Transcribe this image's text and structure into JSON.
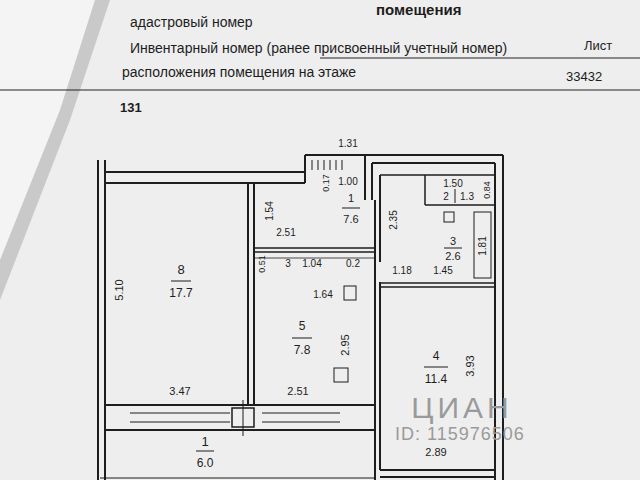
{
  "diagram": {
    "nodes": [
      {
        "text": [
          "8",
          "17.7"
        ]
      },
      {
        "text": [
          "1",
          "7.6"
        ]
      },
      {
        "text": [
          "2",
          "1.3"
        ]
      },
      {
        "text": [
          "3",
          "2.6"
        ]
      },
      {
        "text": [
          "5",
          "7.8"
        ]
      },
      {
        "text": [
          "4",
          "11.4"
        ]
      },
      {
        "text": [
          "1",
          "6.0"
        ]
      }
    ],
    "labels": [
      "помещения",
      "адастровый номер",
      "Лист",
      "Инвентарный номер (ранее присвоенный учетный номер)",
      "33432",
      "расположения помещения на этаже",
      "131",
      "1.31",
      "0.17",
      "1.00",
      "1.54",
      "2.51",
      "2.35",
      "0.51",
      "3",
      "1.04",
      "0.2",
      "1.50",
      "0.84",
      "1.81",
      "1.45",
      "1.18",
      "5.10",
      "1.64",
      "2.95",
      "3.93",
      "3.47",
      "2.51",
      "2.89",
      "ЦИАН",
      "ID: 115976506"
    ]
  }
}
